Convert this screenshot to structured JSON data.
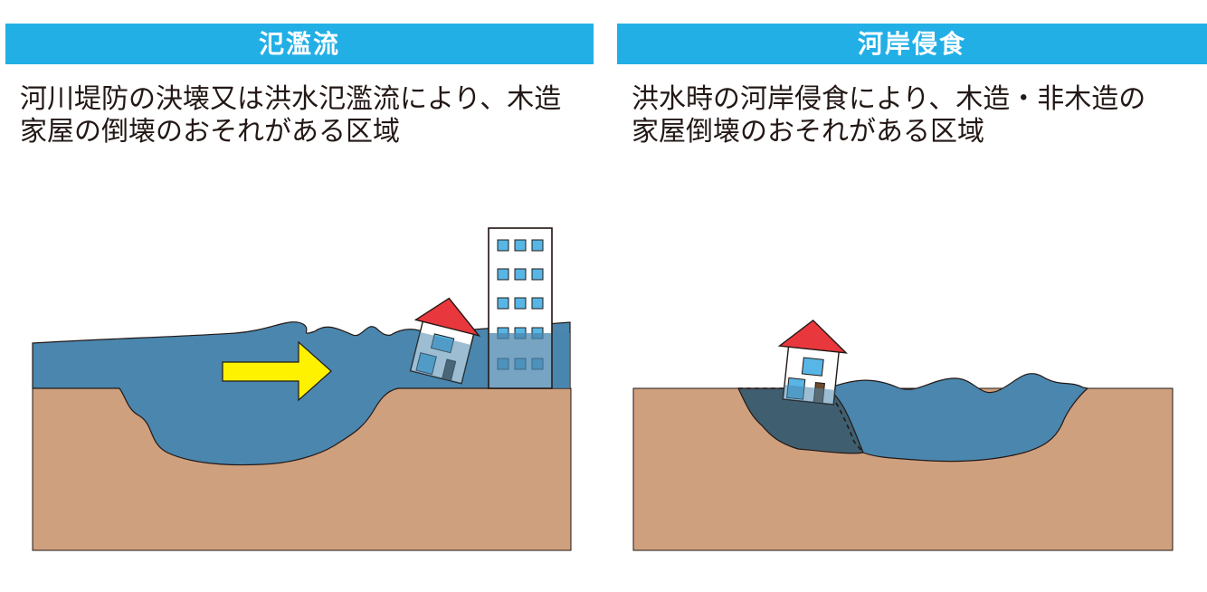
{
  "panels": [
    {
      "title": "氾濫流",
      "description_lines": [
        "河川堤防の決壊又は洪水氾濫流により、木造",
        "家屋の倒壊のおそれがある区域"
      ]
    },
    {
      "title": "河岸侵食",
      "description_lines": [
        "洪水時の河岸侵食により、木造・非木造の",
        "家屋倒壊のおそれがある区域"
      ]
    }
  ],
  "colors": {
    "header_bg": "#22afe6",
    "water": "#4a86ad",
    "ground": "#cfa07e",
    "roof": "#e8383d",
    "arrow": "#fff200",
    "window": "#57b6e6"
  },
  "icons": [
    "flow-arrow-icon",
    "house-icon",
    "building-icon"
  ]
}
